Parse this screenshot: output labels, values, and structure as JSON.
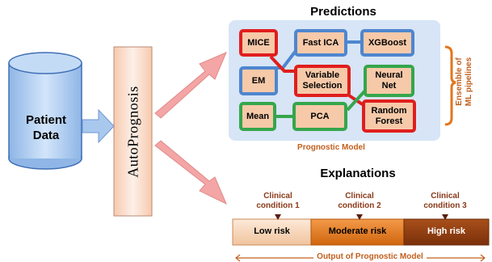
{
  "input": {
    "line1": "Patient",
    "line2": "Data"
  },
  "brand": "AutoPrognosis",
  "predictions": {
    "title": "Predictions",
    "models": [
      {
        "id": "mice",
        "label": "MICE",
        "border": "#e01e1e"
      },
      {
        "id": "fast-ica",
        "label": "Fast ICA",
        "border": "#4e86cf"
      },
      {
        "id": "xgboost",
        "label": "XGBoost",
        "border": "#4e86cf"
      },
      {
        "id": "em",
        "label": "EM",
        "border": "#4e86cf"
      },
      {
        "id": "variable-selection",
        "label1": "Variable",
        "label2": "Selection",
        "border": "#e01e1e"
      },
      {
        "id": "neural-net",
        "label1": "Neural",
        "label2": "Net",
        "border": "#35a64c"
      },
      {
        "id": "mean",
        "label": "Mean",
        "border": "#35a64c"
      },
      {
        "id": "pca",
        "label": "PCA",
        "border": "#35a64c"
      },
      {
        "id": "random-forest",
        "label1": "Random",
        "label2": "Forest",
        "border": "#e01e1e"
      }
    ],
    "model_caption": "Prognostic Model",
    "ensemble_line1": "Ensemble of",
    "ensemble_line2": "ML pipelines"
  },
  "explanations": {
    "title": "Explanations",
    "conditions": [
      {
        "line1": "Clinical",
        "line2": "condition 1"
      },
      {
        "line1": "Clinical",
        "line2": "condition 2"
      },
      {
        "line1": "Clinical",
        "line2": "condition 3"
      }
    ],
    "risks": [
      "Low risk",
      "Moderate risk",
      "High risk"
    ],
    "output_label": "Output of Prognostic Model"
  },
  "colors": {
    "cylinder_fill": "#a9c8ee",
    "cylinder_stroke": "#3f6fb5",
    "blue_arrow": "#a9c8ee",
    "pink_arrow": "#f4a5a5",
    "brand_fill": "#fbe2d2",
    "panel_blue": "#a9c6ec",
    "model_fill": "#f6c9a9",
    "red": "#e01e1e",
    "blue": "#4e86cf",
    "green": "#35a64c",
    "orange_text": "#c2601e",
    "risk_low": "#f8d6b8",
    "risk_mid": "#e2761c",
    "risk_high": "#8c3a0c",
    "marker": "#5a1e10"
  }
}
